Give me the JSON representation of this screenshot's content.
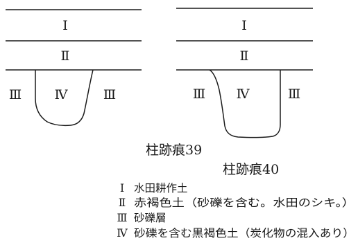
{
  "figures": [
    {
      "caption": "柱跡痕39",
      "layers": {
        "top": "Ⅰ",
        "middle": "Ⅱ",
        "left": "Ⅲ",
        "fill": "Ⅳ",
        "right": "Ⅲ"
      }
    },
    {
      "caption": "柱跡痕40",
      "layers": {
        "top": "Ⅰ",
        "middle": "Ⅱ",
        "left": "Ⅲ",
        "fill": "Ⅳ",
        "right": "Ⅲ"
      }
    }
  ],
  "legend": [
    {
      "numeral": "Ⅰ",
      "text": "水田耕作土"
    },
    {
      "numeral": "Ⅱ",
      "text": "赤褐色土（砂礫を含む。水田のシキ。）"
    },
    {
      "numeral": "Ⅲ",
      "text": "砂礫層"
    },
    {
      "numeral": "Ⅳ",
      "text": "砂礫を含む黒褐色土（炭化物の混入あり）"
    }
  ]
}
